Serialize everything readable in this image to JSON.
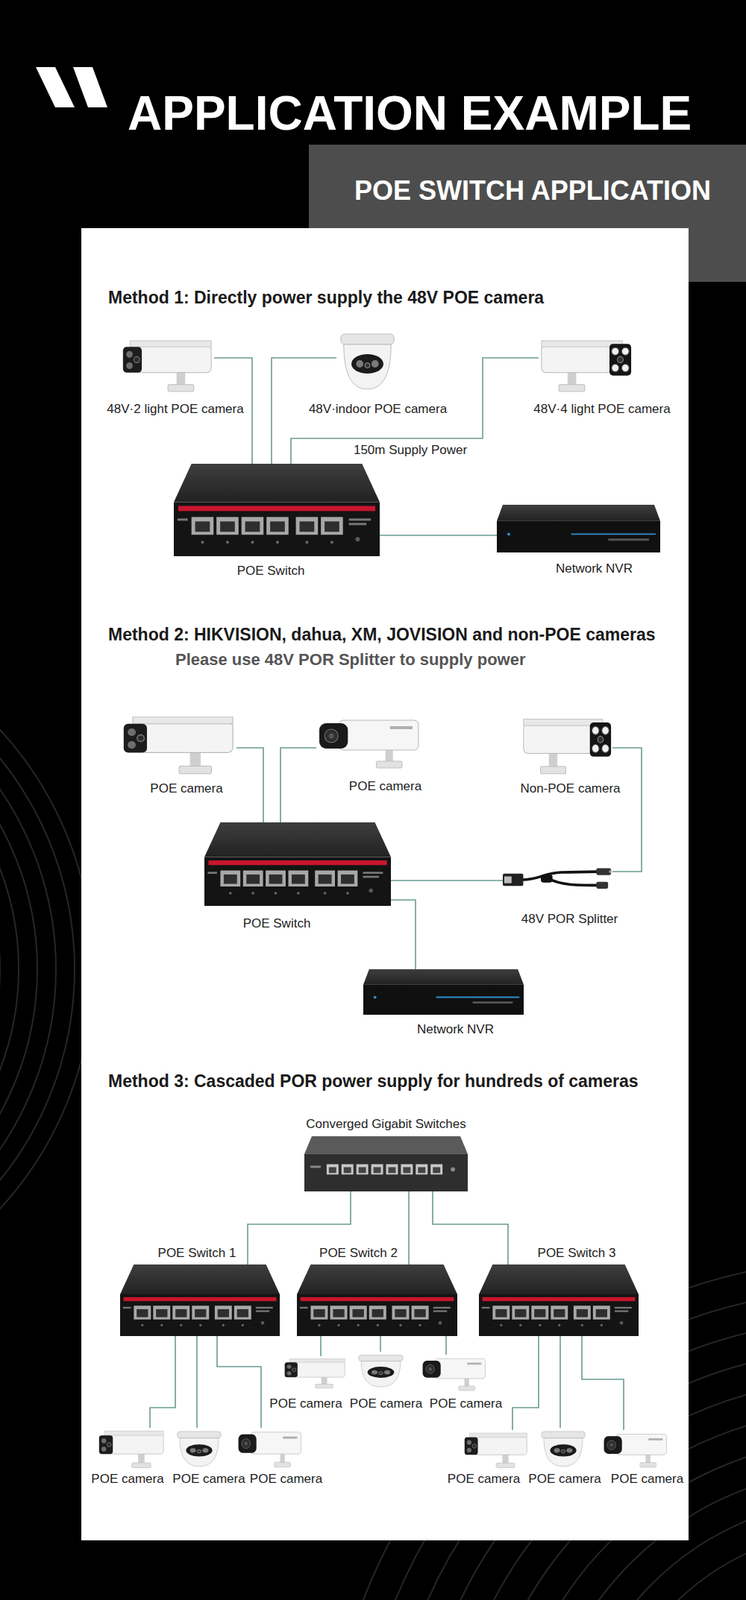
{
  "diagram": {
    "title": "APPLICATION EXAMPLE",
    "nodes": [
      {
        "text": [
          "48V·2 light POE camera"
        ]
      },
      {
        "text": [
          "48V·indoor POE camera"
        ]
      },
      {
        "text": [
          "48V·4 light POE camera"
        ]
      },
      {
        "text": [
          "POE Switch"
        ]
      },
      {
        "text": [
          "Network NVR"
        ]
      },
      {
        "text": [
          "POE camera"
        ]
      },
      {
        "text": [
          "POE camera"
        ]
      },
      {
        "text": [
          "Non-POE camera"
        ]
      },
      {
        "text": [
          "POE Switch"
        ]
      },
      {
        "text": [
          "48V POR Splitter"
        ]
      },
      {
        "text": [
          "Network NVR"
        ]
      },
      {
        "text": [
          "Converged Gigabit Switches"
        ]
      },
      {
        "text": [
          "POE Switch 1"
        ]
      },
      {
        "text": [
          "POE Switch 2"
        ]
      },
      {
        "text": [
          "POE Switch 3"
        ]
      },
      {
        "text": [
          "POE camera"
        ]
      },
      {
        "text": [
          "POE camera"
        ]
      },
      {
        "text": [
          "POE camera"
        ]
      },
      {
        "text": [
          "POE camera"
        ]
      },
      {
        "text": [
          "POE camera"
        ]
      },
      {
        "text": [
          "POE camera"
        ]
      },
      {
        "text": [
          "POE camera"
        ]
      },
      {
        "text": [
          "POE camera"
        ]
      },
      {
        "text": [
          "POE camera"
        ]
      }
    ],
    "edges": [
      {
        "from": 3,
        "to": 0,
        "arrow": "none"
      },
      {
        "from": 3,
        "to": 1,
        "arrow": "none"
      },
      {
        "from": 3,
        "to": 2,
        "arrow": "none"
      },
      {
        "from": 3,
        "to": 4,
        "arrow": "none"
      },
      {
        "from": 8,
        "to": 5,
        "arrow": "none"
      },
      {
        "from": 8,
        "to": 6,
        "arrow": "none"
      },
      {
        "from": 8,
        "to": 9,
        "arrow": "none"
      },
      {
        "from": 9,
        "to": 7,
        "arrow": "none"
      },
      {
        "from": 8,
        "to": 10,
        "arrow": "none"
      },
      {
        "from": 11,
        "to": 12,
        "arrow": "none"
      },
      {
        "from": 11,
        "to": 13,
        "arrow": "none"
      },
      {
        "from": 11,
        "to": 14,
        "arrow": "none"
      },
      {
        "from": 12,
        "to": 15,
        "arrow": "none"
      },
      {
        "from": 12,
        "to": 16,
        "arrow": "none"
      },
      {
        "from": 12,
        "to": 17,
        "arrow": "none"
      },
      {
        "from": 13,
        "to": 18,
        "arrow": "none"
      },
      {
        "from": 13,
        "to": 19,
        "arrow": "none"
      },
      {
        "from": 13,
        "to": 20,
        "arrow": "none"
      },
      {
        "from": 14,
        "to": 21,
        "arrow": "none"
      },
      {
        "from": 14,
        "to": 22,
        "arrow": "none"
      },
      {
        "from": 14,
        "to": 23,
        "arrow": "none"
      }
    ],
    "labels": [
      "POE SWITCH APPLICATION",
      "Method 1: Directly power supply the 48V POE camera",
      "150m Supply Power",
      "Method 2: HIKVISION, dahua, XM, JOVISION and non-POE cameras",
      "Please use 48V POR Splitter to supply power",
      "Method 3: Cascaded POR power supply for hundreds of cameras"
    ]
  }
}
